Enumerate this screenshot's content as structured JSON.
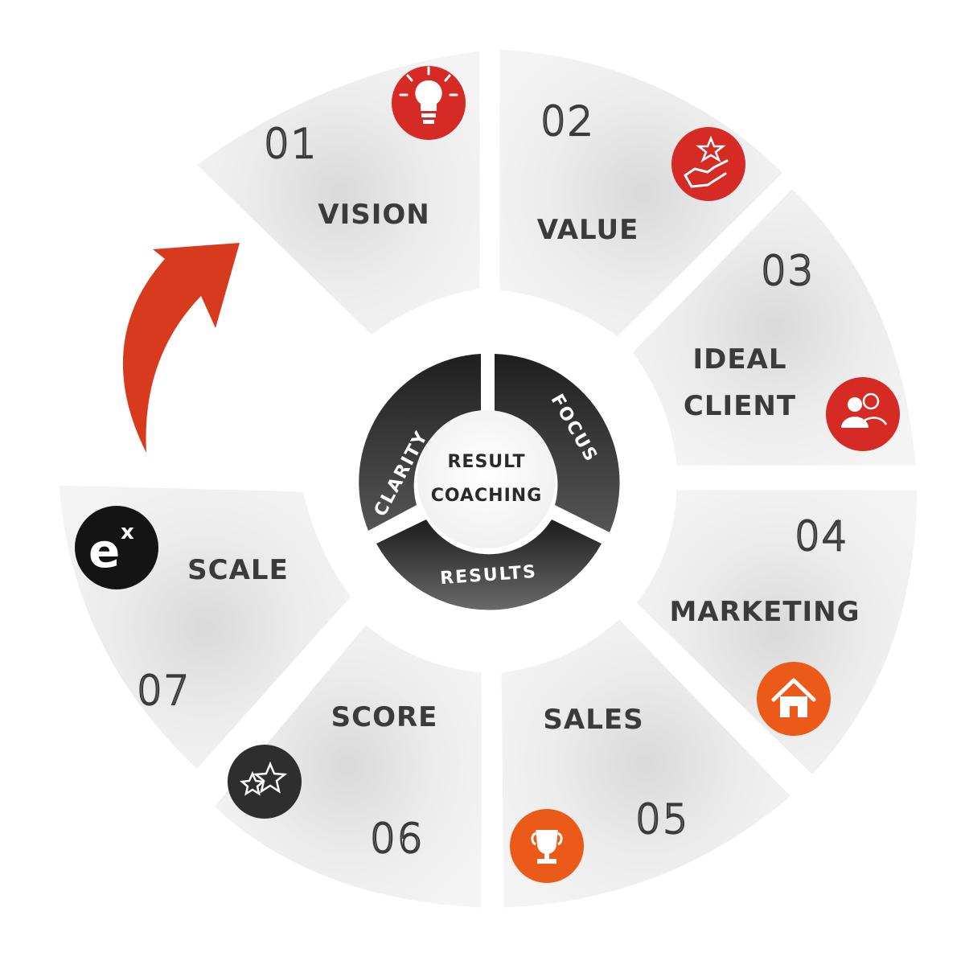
{
  "steps": [
    {
      "num": "01",
      "label": "VISION",
      "icon": "lightbulb-icon",
      "icon_color": "#d62a24"
    },
    {
      "num": "02",
      "label": "VALUE",
      "icon": "hand-star-icon",
      "icon_color": "#d62a24"
    },
    {
      "num": "03",
      "label_line1": "IDEAL",
      "label_line2": "CLIENT",
      "icon": "users-icon",
      "icon_color": "#d62a24"
    },
    {
      "num": "04",
      "label": "MARKETING",
      "icon": "home-icon",
      "icon_color": "#ec5a1a"
    },
    {
      "num": "05",
      "label": "SALES",
      "icon": "trophy-icon",
      "icon_color": "#ec5a1a"
    },
    {
      "num": "06",
      "label": "SCORE",
      "icon": "stars-icon",
      "icon_color": "#2e2e2e"
    },
    {
      "num": "07",
      "label": "SCALE",
      "icon": "ex-logo",
      "icon_color": "#141414"
    }
  ],
  "hub": {
    "line1": "RESULT",
    "line2": "COACHING",
    "ring": [
      "CLARITY",
      "FOCUS",
      "RESULTS"
    ]
  },
  "colors": {
    "segment": "#eeeeee",
    "ring_dark": "#2b2b2b",
    "arrow": "#d83a1e"
  }
}
